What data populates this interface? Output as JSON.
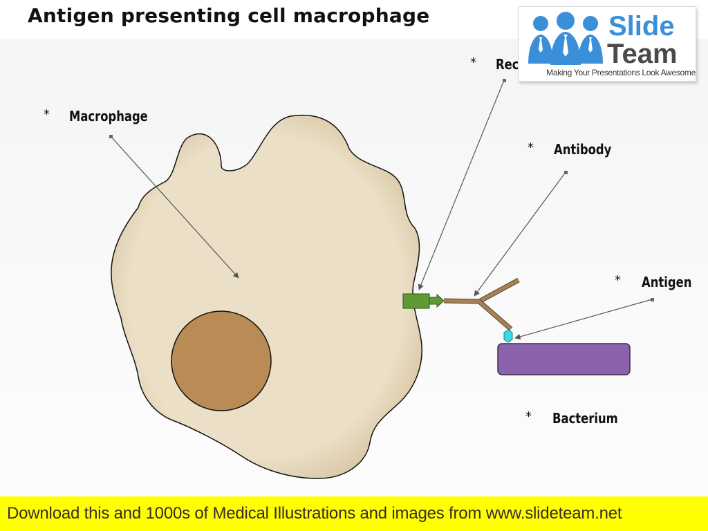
{
  "title": "Antigen presenting cell macrophage",
  "labels": {
    "receptor": "Rec",
    "macrophage": "Macrophage",
    "antibody": "Antibody",
    "antigen": "Antigen",
    "bacterium": "Bacterium"
  },
  "bullet": "*",
  "logo": {
    "line1": "Slide",
    "line2": "Team",
    "tagline": "Making Your Presentations Look Awesome"
  },
  "footer": {
    "text": "Download this and 1000s of Medical Illustrations and images from www.slideteam.net"
  },
  "colors": {
    "cell_fill": "#ebdfc7",
    "nucleus_fill": "#b98b55",
    "receptor_fill": "#5f9a34",
    "antibody_fill": "#a78256",
    "bacterium_fill": "#8b63ad",
    "antigen_fill": "#3fd9e3",
    "footer_bg": "#ffff00",
    "logo_blue": "#3b8fd9"
  }
}
